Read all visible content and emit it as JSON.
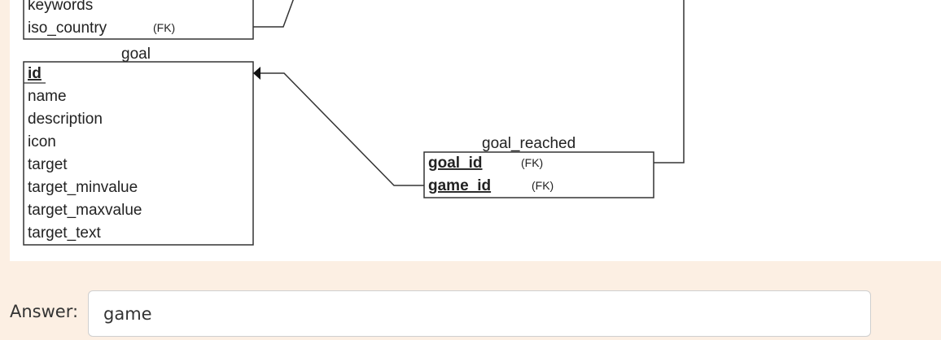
{
  "diagram": {
    "partial_table": {
      "fields": [
        {
          "name": "keywords",
          "fk": ""
        },
        {
          "name": "iso_country",
          "fk": "(FK)"
        }
      ]
    },
    "goal_table": {
      "title": "goal",
      "fields": [
        "id",
        "name",
        "description",
        "icon",
        "target",
        "target_minvalue",
        "target_maxvalue",
        "target_text"
      ]
    },
    "goal_reached_table": {
      "title": "goal_reached",
      "fields": [
        {
          "name": "goal_id",
          "fk": "(FK)"
        },
        {
          "name": "game_id",
          "fk": "(FK)"
        }
      ]
    }
  },
  "answer": {
    "label": "Answer:",
    "value": "game"
  }
}
